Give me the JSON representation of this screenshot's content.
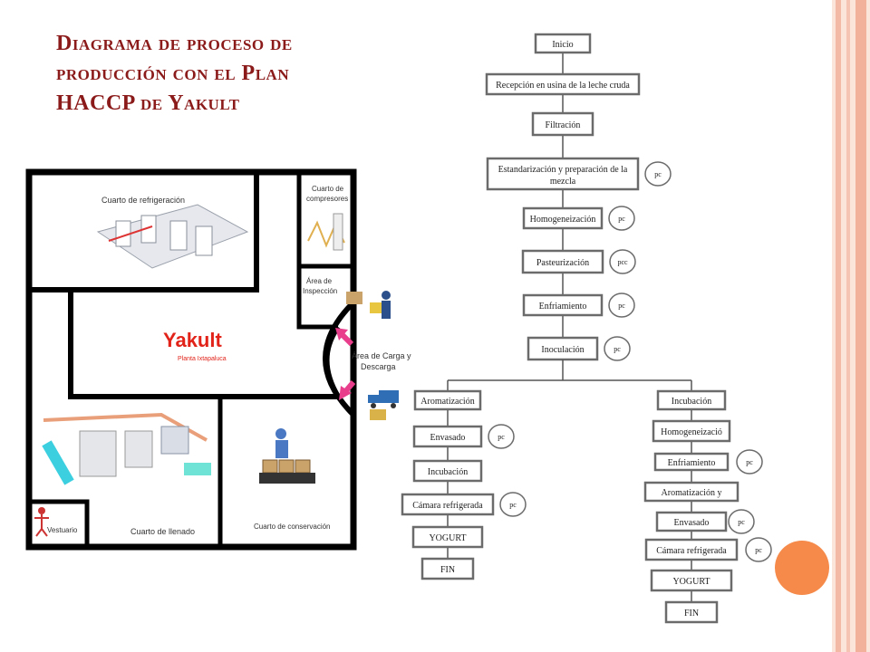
{
  "slide": {
    "title_lines": [
      "Diagrama de proceso de",
      "producción con el Plan",
      "HACCP de Yakult"
    ]
  },
  "floorplan": {
    "rooms": {
      "refrigeracion": "Cuarto de refrigeración",
      "compresores_1": "Cuarto de",
      "compresores_2": "compresores",
      "inspeccion_1": "Área de",
      "inspeccion_2": "Inspección",
      "carga_1": "Área de Carga y",
      "carga_2": "Descarga",
      "vestuario": "Vestuario",
      "llenado": "Cuarto de llenado",
      "conservacion": "Cuarto de conservación"
    },
    "brand": "Yakult",
    "plant": "Planta Ixtapaluca",
    "colors": {
      "brand": "#e2231a",
      "walls": "#000000",
      "arrow": "#e83e8c"
    }
  },
  "flowchart": {
    "main": [
      {
        "label": "Inicio",
        "tag": ""
      },
      {
        "label": "Recepción en usina de la leche cruda",
        "tag": ""
      },
      {
        "label": "Filtración",
        "tag": ""
      },
      {
        "label": "Estandarización y preparación de la",
        "label2": "mezcla",
        "tag": "pc"
      },
      {
        "label": "Homogeneización",
        "tag": "pc"
      },
      {
        "label": "Pasteurización",
        "tag": "pcc"
      },
      {
        "label": "Enfriamiento",
        "tag": "pc"
      },
      {
        "label": "Inoculación",
        "tag": "pc"
      }
    ],
    "left": [
      {
        "label": "Aromatización",
        "tag": ""
      },
      {
        "label": "Envasado",
        "tag": "pc"
      },
      {
        "label": "Incubación",
        "tag": ""
      },
      {
        "label": "Cámara refrigerada",
        "tag": "pc"
      },
      {
        "label": "YOGURT",
        "tag": ""
      },
      {
        "label": "FIN",
        "tag": ""
      }
    ],
    "right": [
      {
        "label": "Incubación",
        "tag": ""
      },
      {
        "label": "Homogeneizació",
        "tag": ""
      },
      {
        "label": "Enfriamiento",
        "tag": "pc"
      },
      {
        "label": "Aromatización y",
        "tag": ""
      },
      {
        "label": "Envasado",
        "tag": "pc"
      },
      {
        "label": "Cámara refrigerada",
        "tag": "pc"
      },
      {
        "label": "YOGURT",
        "tag": ""
      },
      {
        "label": "FIN",
        "tag": ""
      }
    ],
    "colors": {
      "box_border": "#6b6b6b",
      "line": "#555555"
    }
  },
  "theme": {
    "title": "#8b1a1a",
    "edge_stripe": "#f7c9b8",
    "accent_circle": "#f58a4a"
  }
}
